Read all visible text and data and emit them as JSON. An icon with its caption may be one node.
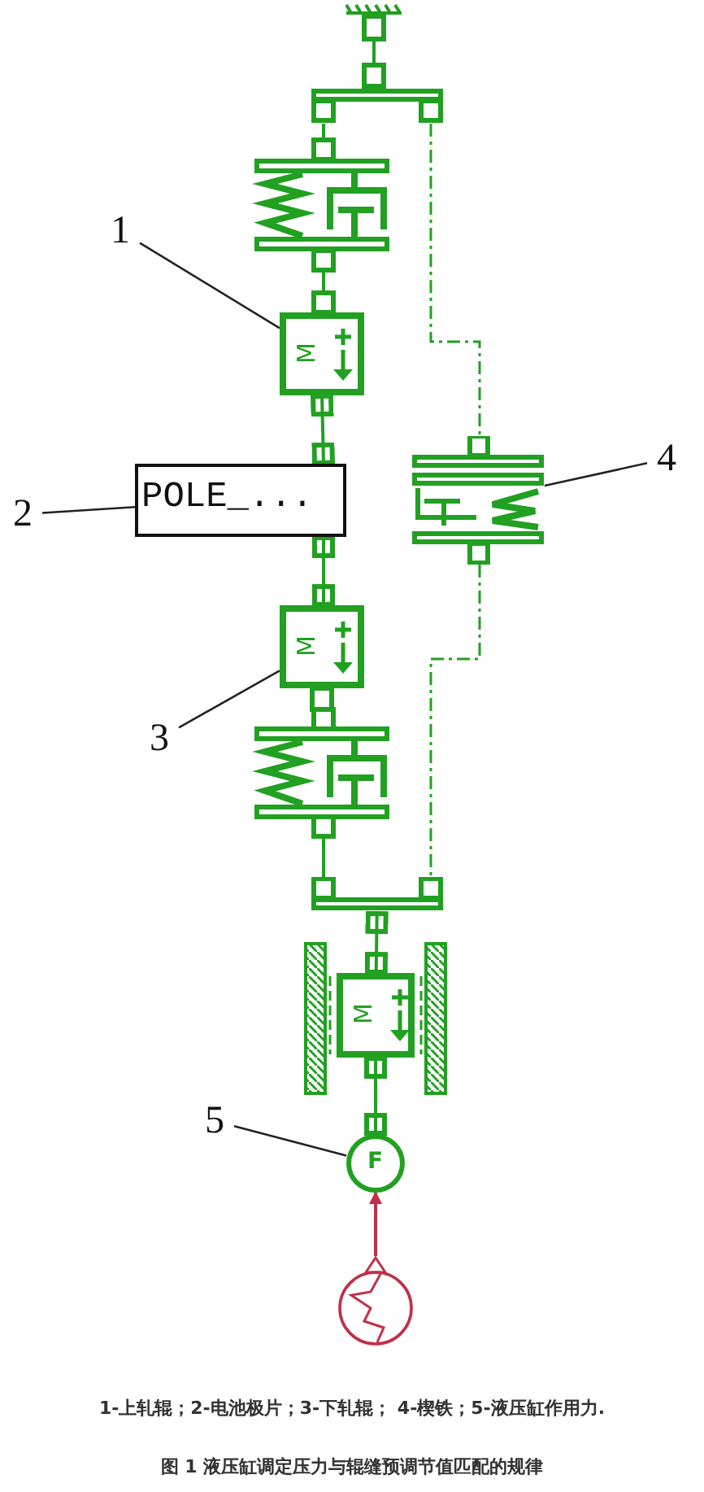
{
  "diagram": {
    "caption": "图 1 液压缸调定压力与辊缝预调节值匹配的规律",
    "nodes": [
      {
        "text": [],
        "shape": "bar"
      },
      {
        "text": [
          "1"
        ]
      },
      {
        "text": [
          "M"
        ]
      },
      {
        "text": [
          "4"
        ]
      },
      {
        "text": [],
        "shape": "box"
      },
      {
        "text": [
          "2"
        ]
      },
      {
        "text": [
          "POLE_..."
        ]
      },
      {
        "text": [
          "M"
        ]
      },
      {
        "text": [
          "3"
        ]
      },
      {
        "text": [],
        "shape": "bar"
      },
      {
        "text": [
          "M"
        ]
      },
      {
        "text": [
          "5"
        ]
      },
      {
        "text": [
          "F"
        ]
      },
      {
        "text": [],
        "shape": "circle"
      }
    ],
    "edges": [
      {
        "from": 1,
        "to": 2,
        "arrow": "none",
        "color": "#222222"
      },
      {
        "from": 3,
        "to": 4,
        "arrow": "none",
        "color": "#222222"
      },
      {
        "from": 5,
        "to": 6,
        "arrow": "none",
        "color": "#222222"
      },
      {
        "from": 2,
        "to": 6,
        "arrow": "other"
      },
      {
        "from": 6,
        "to": 7,
        "arrow": "other"
      },
      {
        "from": 8,
        "to": 7,
        "arrow": "none",
        "color": "#222222"
      },
      {
        "from": 10,
        "to": 12,
        "arrow": "other"
      },
      {
        "from": 11,
        "to": 12,
        "arrow": "none",
        "color": "#222222"
      },
      {
        "from": 13,
        "to": 12,
        "arrow": "to",
        "color": "#c0304a"
      },
      {
        "from": 0,
        "to": 4,
        "arrow": "none",
        "style": "dashed"
      },
      {
        "from": 4,
        "to": 9,
        "arrow": "none",
        "style": "dashed"
      },
      {
        "from": 9,
        "to": 10,
        "arrow": "other"
      }
    ],
    "labels": [
      "1-上轧辊；2-电池极片；3-下轧辊； 4-楔铁；5-液压缸作用力."
    ]
  }
}
